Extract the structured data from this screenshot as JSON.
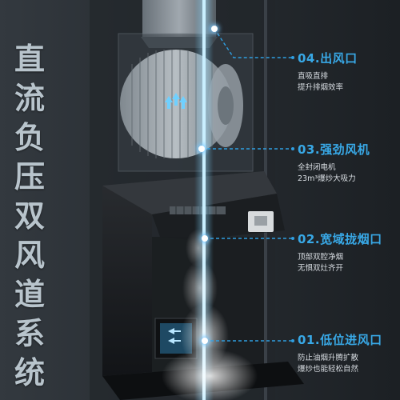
{
  "title_chars": [
    "直",
    "流",
    "负",
    "压",
    "双",
    "风",
    "道",
    "系",
    "统"
  ],
  "features": [
    {
      "title": "04.出风口",
      "desc": [
        "直吸直排",
        "提升排烟效率"
      ]
    },
    {
      "title": "03.强劲风机",
      "desc": [
        "全封闭电机",
        "23m³爆炒大吸力"
      ]
    },
    {
      "title": "02.宽域拢烟口",
      "desc": [
        "顶部双腔净烟",
        "无惧双灶齐开"
      ]
    },
    {
      "title": "01.低位进风口",
      "desc": [
        "防止油烟升腾扩散",
        "爆炒也能轻松自然"
      ]
    }
  ],
  "accent_color": "#38a8e6"
}
